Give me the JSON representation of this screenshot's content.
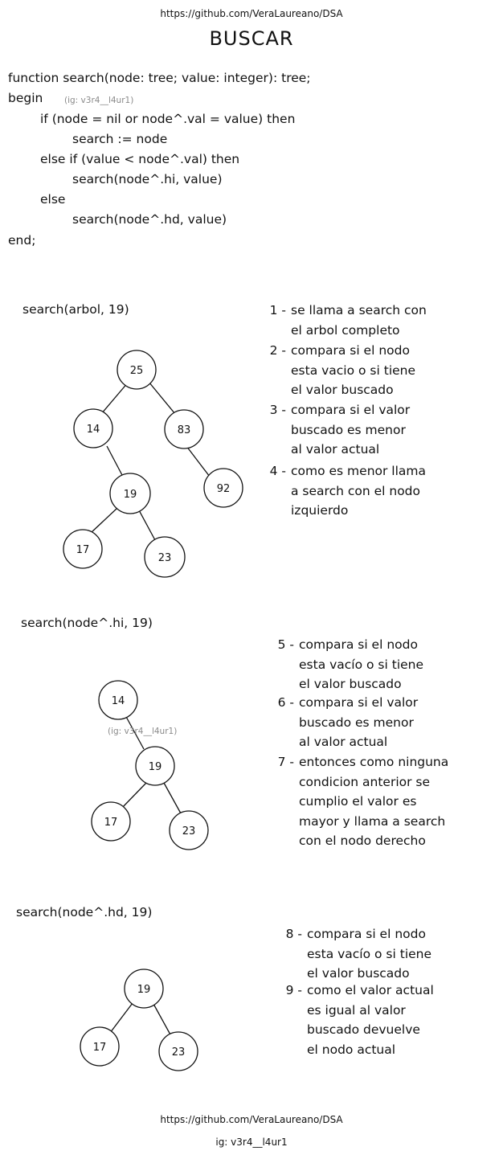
{
  "header": {
    "link": "https://github.com/VeraLaureano/DSA",
    "title": "BUSCAR"
  },
  "code": {
    "lines": [
      "function search(node: tree; value: integer): tree;",
      "begin",
      "if (node = nil or node^.val = value) then",
      "search := node",
      "else if (value < node^.val) then",
      "search(node^.hi, value)",
      "else",
      "search(node^.hd, value)",
      "end;"
    ],
    "watermark": "(ig: v3r4__l4ur1)"
  },
  "section1": {
    "call": "search(arbol, 19)",
    "tree": {
      "nodes": [
        "25",
        "14",
        "83",
        "19",
        "92",
        "17",
        "23"
      ]
    },
    "steps": [
      {
        "num": "1 -",
        "text": "se llama a search con\nel arbol completo"
      },
      {
        "num": "2 -",
        "text": "compara si el nodo\nesta vacio o si tiene\nel valor buscado"
      },
      {
        "num": "3 -",
        "text": "compara si el valor\nbuscado es menor\nal valor actual"
      },
      {
        "num": "4 -",
        "text": "como es menor llama\na search con el nodo\nizquierdo"
      }
    ]
  },
  "section2": {
    "call": "search(node^.hi, 19)",
    "watermark": "(ig: v3r4__l4ur1)",
    "tree": {
      "nodes": [
        "14",
        "19",
        "17",
        "23"
      ]
    },
    "steps": [
      {
        "num": "5 -",
        "text": "compara si el nodo\nesta vacío o si tiene\nel valor buscado"
      },
      {
        "num": "6 -",
        "text": "compara si el valor\nbuscado es menor\nal valor actual"
      },
      {
        "num": "7 -",
        "text": "entonces como ninguna\ncondicion anterior se\ncumplio el valor es\nmayor y llama a search\ncon el nodo derecho"
      }
    ]
  },
  "section3": {
    "call": "search(node^.hd, 19)",
    "tree": {
      "nodes": [
        "19",
        "17",
        "23"
      ]
    },
    "steps": [
      {
        "num": "8 -",
        "text": "compara si el nodo\nesta vacío o si tiene\nel valor buscado"
      },
      {
        "num": "9 -",
        "text": "como el valor actual\nes igual al valor\nbuscado devuelve\nel nodo actual"
      }
    ]
  },
  "footer": {
    "link": "https://github.com/VeraLaureano/DSA",
    "ig": "ig: v3r4__l4ur1"
  }
}
